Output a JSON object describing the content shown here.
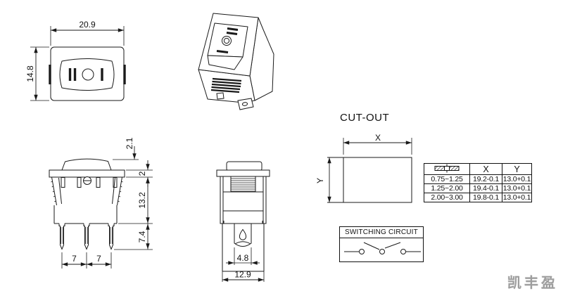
{
  "drawing": {
    "front_view": {
      "width_dim": "20.9",
      "height_dim": "14.8"
    },
    "side_view": {
      "rocker_height_dim": "2.1",
      "bezel_dim": "2",
      "body_depth_dim": "13.2",
      "terminal_length_dim": "7.4",
      "pin_pitch_left_dim": "7",
      "pin_pitch_right_dim": "7"
    },
    "end_view": {
      "terminal_width_dim": "4.8",
      "body_width_dim": "12.9"
    }
  },
  "cutout": {
    "title": "CUT-OUT",
    "x_label": "X",
    "y_label": "Y"
  },
  "panel_table": {
    "thickness_icon": "panel-thickness-hatch-icon",
    "col_x": "X",
    "col_y": "Y",
    "rows": [
      {
        "thickness": "0.75~1.25",
        "x": "19.2-0.1",
        "y": "13.0+0.1"
      },
      {
        "thickness": "1.25~2.00",
        "x": "19.4-0.1",
        "y": "13.0+0.1"
      },
      {
        "thickness": "2.00~3.00",
        "x": "19.8-0.1",
        "y": "13.0+0.1"
      }
    ]
  },
  "circuit": {
    "title": "SWITCHING CIRCUIT"
  },
  "watermark": {
    "text": "凯丰盈",
    "color": "#9e9e9e"
  },
  "line_color": "#1a1a1a"
}
